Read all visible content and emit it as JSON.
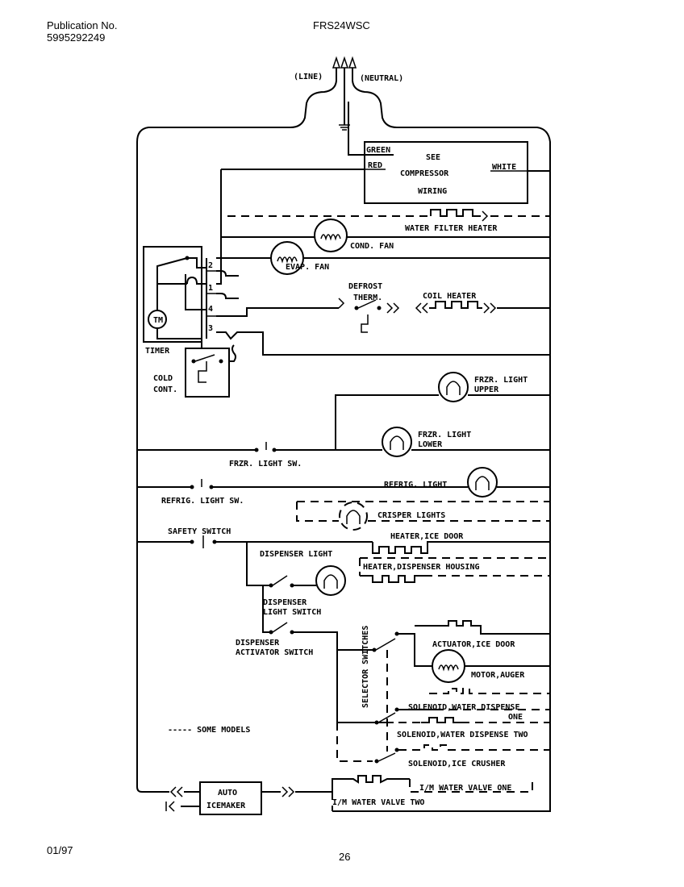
{
  "header": {
    "publication_label": "Publication No.",
    "publication_number": "5995292249",
    "model": "FRS24WSC"
  },
  "footer": {
    "date": "01/97",
    "page": "26"
  },
  "labels": {
    "line": "(LINE)",
    "neutral": "(NEUTRAL)",
    "green": "GREEN",
    "red": "RED",
    "white": "WHITE",
    "see": "SEE",
    "compressor": "COMPRESSOR",
    "wiring": "WIRING",
    "water_filter_heater": "WATER FILTER HEATER",
    "cond_fan": "COND. FAN",
    "evap_fan": "EVAP. FAN",
    "defrost": "DEFROST",
    "therm": "THERM.",
    "coil_heater": "COIL HEATER",
    "tm": "TM",
    "timer": "TIMER",
    "cold": "COLD",
    "cont": "CONT.",
    "timer_terminals": [
      "2",
      "1",
      "4",
      "3"
    ],
    "frzr_light_upper_1": "FRZR. LIGHT",
    "frzr_light_upper_2": "UPPER",
    "frzr_light_lower_1": "FRZR. LIGHT",
    "frzr_light_lower_2": "LOWER",
    "frzr_light_sw": "FRZR. LIGHT SW.",
    "refrig_light": "REFRIG. LIGHT",
    "refrig_light_sw": "REFRIG. LIGHT SW.",
    "crisper_lights": "CRISPER LIGHTS",
    "safety_switch": "SAFETY SWITCH",
    "heater_ice_door": "HEATER,ICE DOOR",
    "dispenser_light": "DISPENSER LIGHT",
    "heater_dispenser_housing": "HEATER,DISPENSER HOUSING",
    "dispenser_light_switch_1": "DISPENSER",
    "dispenser_light_switch_2": "LIGHT SWITCH",
    "dispenser_activator_switch_1": "DISPENSER",
    "dispenser_activator_switch_2": "ACTIVATOR SWITCH",
    "actuator_ice_door": "ACTUATOR,ICE DOOR",
    "motor_auger": "MOTOR,AUGER",
    "selector_switches": "SELECTOR SWITCHES",
    "solenoid_water_dispense_one_1": "SOLENOID,WATER DISPENSE",
    "solenoid_water_dispense_one_2": "ONE",
    "solenoid_water_dispense_two": "SOLENOID,WATER DISPENSE TWO",
    "solenoid_ice_crusher": "SOLENOID,ICE CRUSHER",
    "im_water_valve_one": "I/M WATER VALVE ONE",
    "im_water_valve_two": "I/M WATER VALVE TWO",
    "auto": "AUTO",
    "icemaker": "ICEMAKER",
    "some_models": "----- SOME MODELS"
  }
}
